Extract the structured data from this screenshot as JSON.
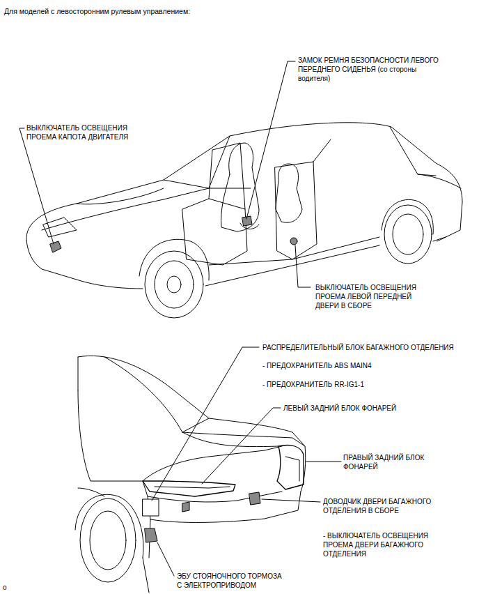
{
  "diagram": {
    "title": "Для моделей с левосторонним рулевым управлением:",
    "labels": [
      "ЗАМОК РЕМНЯ БЕЗОПАСНОСТИ ЛЕВОГО ПЕРЕДНЕГО СИДЕНЬЯ (со стороны водителя)",
      "ВЫКЛЮЧАТЕЛЬ ОСВЕЩЕНИЯ ПРОЕМА КАПОТА ДВИГАТЕЛЯ",
      "ВЫКЛЮЧАТЕЛЬ ОСВЕЩЕНИЯ ПРОЕМА ЛЕВОЙ ПЕРЕДНЕЙ ДВЕРИ В СБОРЕ",
      "РАСПРЕДЕЛИТЕЛЬНЫЙ БЛОК БАГАЖНОГО ОТДЕЛЕНИЯ",
      "- ПРЕДОХРАНИТЕЛЬ ABS MAIN4",
      "- ПРЕДОХРАНИТЕЛЬ RR-IG1-1",
      "ЛЕВЫЙ ЗАДНИЙ БЛОК ФОНАРЕЙ",
      "ПРАВЫЙ ЗАДНИЙ БЛОК ФОНАРЕЙ",
      "ДОВОДЧИК ДВЕРИ БАГАЖНОГО ОТДЕЛЕНИЯ В СБОРЕ",
      "- ВЫКЛЮЧАТЕЛЬ ОСВЕЩЕНИЯ ПРОЕМА ДВЕРИ БАГАЖНОГО ОТДЕЛЕНИЯ",
      "ЭБУ СТОЯНОЧНОГО ТОРМОЗА С ЭЛЕКТРОПРИВОДОМ",
      "o"
    ]
  }
}
